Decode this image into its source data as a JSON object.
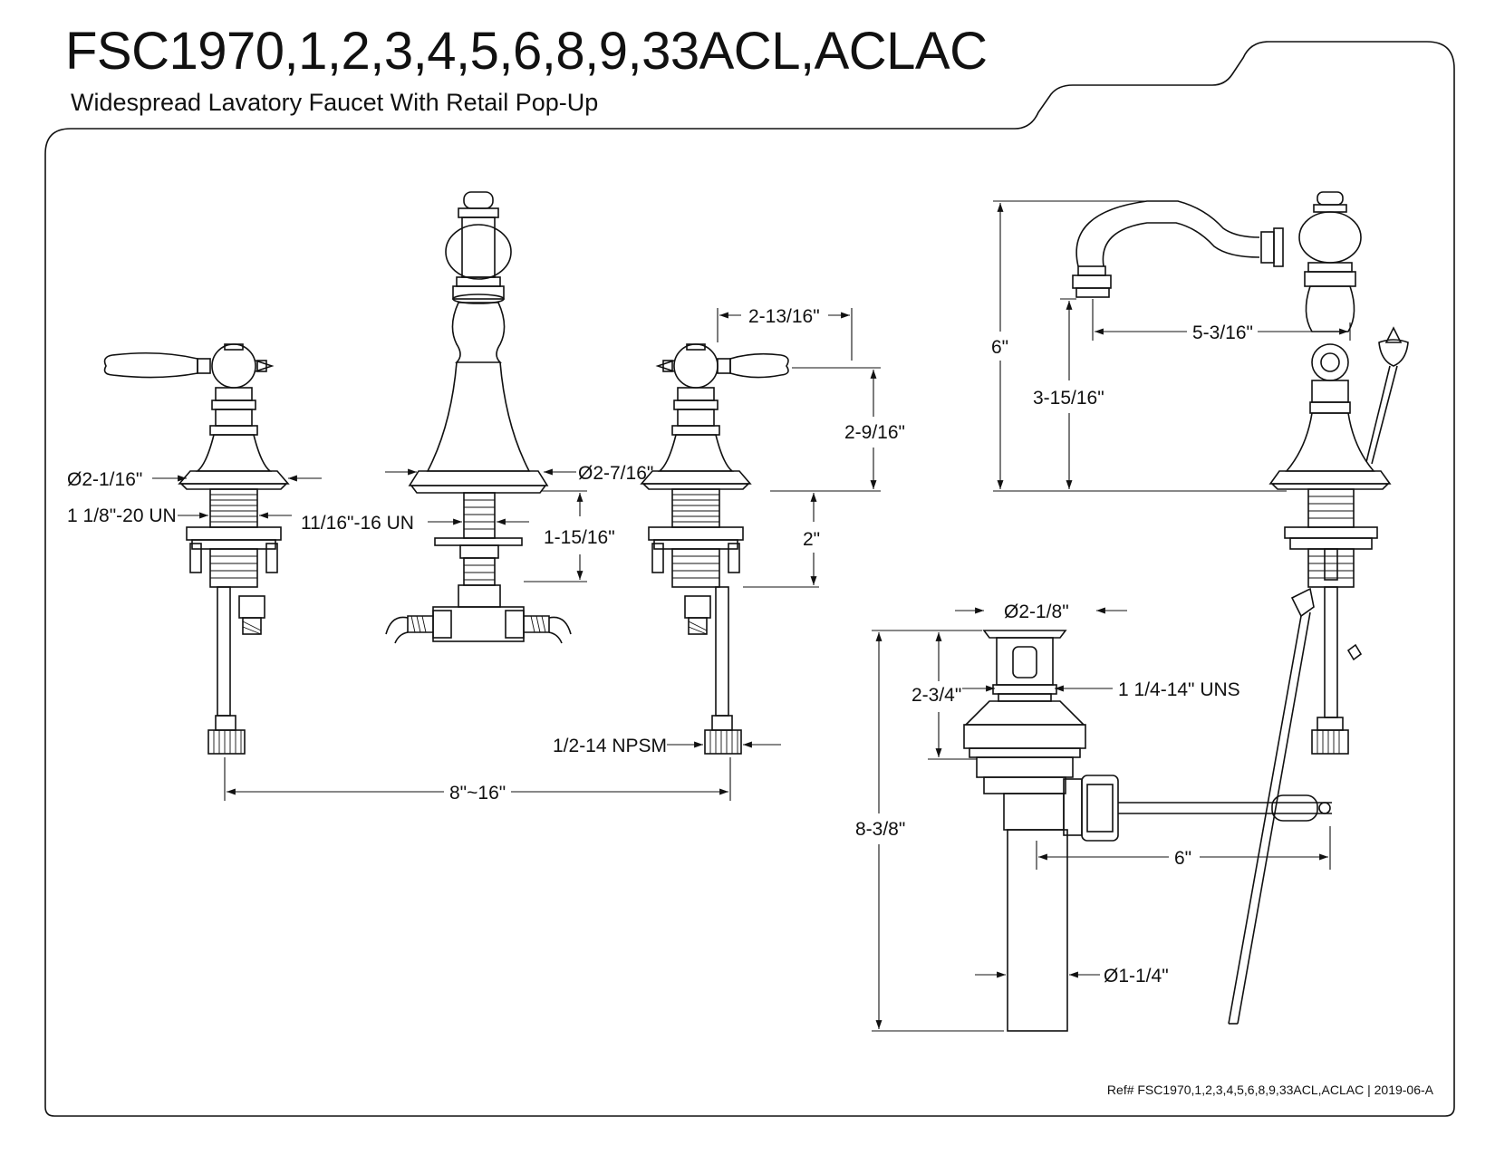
{
  "header": {
    "title": "FSC1970,1,2,3,4,5,6,8,9,33ACL,ACLAC",
    "subtitle": "Widespread Lavatory Faucet With Retail Pop-Up"
  },
  "dimensions": {
    "left_handle_diameter": "Ø2-1/16\"",
    "left_thread": "1 1/8\"-20 UN",
    "spout_thread": "11/16\"-16 UN",
    "spout_base_diameter": "Ø2-7/16\"",
    "spout_shank_length": "1-15/16\"",
    "handle_width": "2-13/16\"",
    "handle_height": "2-9/16\"",
    "right_shank_length": "2\"",
    "supply_thread": "1/2-14 NPSM",
    "spread": "8\"~16\"",
    "overall_height": "6\"",
    "spout_clearance": "3-15/16\"",
    "spout_reach": "5-3/16\"",
    "drain_flange_diameter": "Ø2-1/8\"",
    "drain_body_height": "2-3/4\"",
    "drain_thread": "1 1/4-14\" UNS",
    "drain_total_height": "8-3/8\"",
    "pivot_rod_length": "6\"",
    "tailpiece_diameter": "Ø1-1/4\""
  },
  "footer": {
    "reference": "Ref# FSC1970,1,2,3,4,5,6,8,9,33ACL,ACLAC | 2019-06-A"
  }
}
